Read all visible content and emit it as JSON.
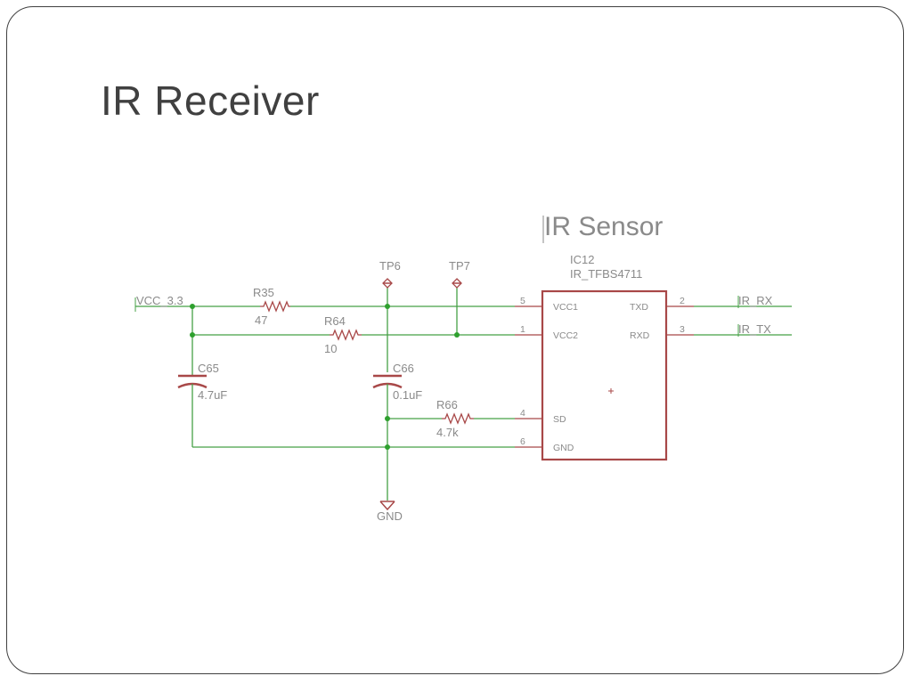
{
  "slide": {
    "title": "IR Receiver"
  },
  "schematic": {
    "heading": "IR Sensor",
    "ic": {
      "ref": "IC12",
      "part": "IR_TFBS4711"
    },
    "pins": {
      "vcc1": {
        "number": "5",
        "name": "VCC1"
      },
      "vcc2": {
        "number": "1",
        "name": "VCC2"
      },
      "sd": {
        "number": "4",
        "name": "SD"
      },
      "gnd": {
        "number": "6",
        "name": "GND"
      },
      "txd": {
        "number": "2",
        "name": "TXD"
      },
      "rxd": {
        "number": "3",
        "name": "RXD"
      }
    },
    "nets": {
      "vcc": "VCC_3.3",
      "ir_rx": "IR_RX",
      "ir_tx": "IR_TX",
      "gnd": "GND"
    },
    "resistors": {
      "r35": {
        "ref": "R35",
        "value": "47"
      },
      "r64": {
        "ref": "R64",
        "value": "10"
      },
      "r66": {
        "ref": "R66",
        "value": "4.7k"
      }
    },
    "capacitors": {
      "c65": {
        "ref": "C65",
        "value": "4.7uF"
      },
      "c66": {
        "ref": "C66",
        "value": "0.1uF"
      }
    },
    "test_points": {
      "tp6": "TP6",
      "tp7": "TP7"
    },
    "colors": {
      "wire": "#46a046",
      "component": "#a84848",
      "junction": "#2ea02e",
      "text": "#8a8a8a"
    }
  }
}
